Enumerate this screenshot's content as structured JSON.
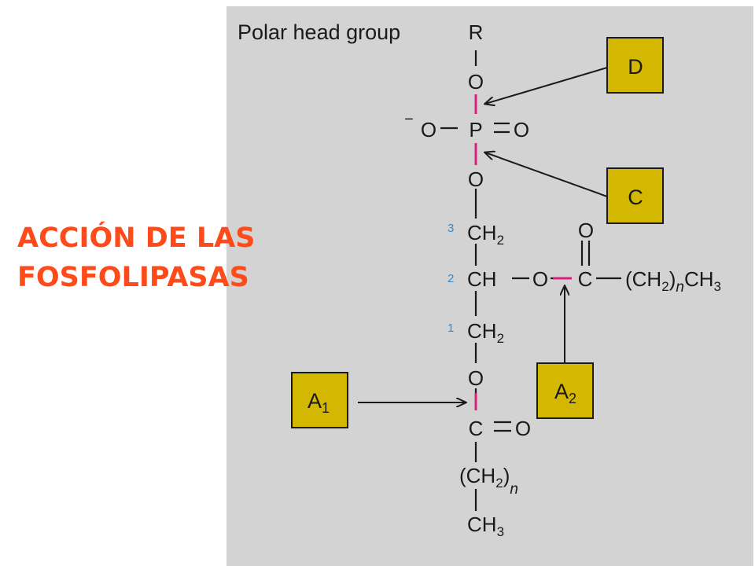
{
  "slide": {
    "title": "ACCIÓN DE LAS\nFOSFOLIPASAS"
  },
  "diagram": {
    "panel_color": "#d3d3d3",
    "box_color": "#d4b700",
    "cleavage_color": "#d9207a",
    "carbon_number_color": "#2d8cd6",
    "header": "Polar head group",
    "atoms": {
      "r": "R",
      "o_top": "O",
      "o_minus": "O",
      "minus": "−",
      "p": "P",
      "o_double": "O",
      "o_mid": "O",
      "ch2_3": "CH",
      "ch_2": "CH",
      "o_ester2": "O",
      "c_ester2": "C",
      "o_carbonyl2": "O",
      "chain2_open": "(CH",
      "chain2_close": ")",
      "chain2_n": "n",
      "chain2_ch3": "CH",
      "ch2_1": "CH",
      "o_ester1": "O",
      "c_ester1": "C",
      "o_carbonyl1": "O",
      "chain1_open": "(CH",
      "chain1_close": ")",
      "chain1_n": "n",
      "chain1_ch3": "CH",
      "sub_2": "2",
      "sub_3": "3"
    },
    "carbon_numbers": [
      "3",
      "2",
      "1"
    ],
    "enzymes": {
      "d": "D",
      "c": "C",
      "a1": "A",
      "a1_sub": "1",
      "a2": "A",
      "a2_sub": "2"
    }
  }
}
